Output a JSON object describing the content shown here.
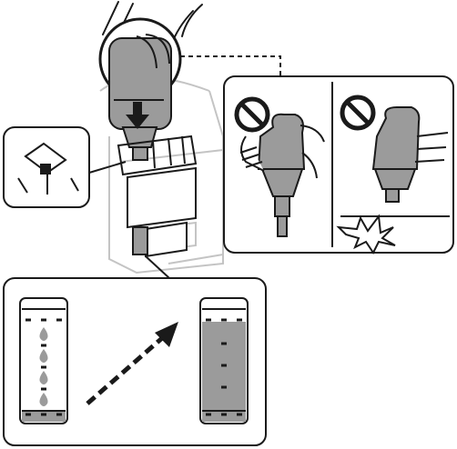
{
  "diagram": {
    "description_free": true,
    "panels": [
      {
        "name": "bottle-insert-detail",
        "kind": "main-illustration"
      },
      {
        "name": "do-not-squeeze",
        "kind": "prohibition"
      },
      {
        "name": "do-not-hit",
        "kind": "prohibition"
      },
      {
        "name": "ink-level-before",
        "kind": "tank-view"
      },
      {
        "name": "ink-level-after",
        "kind": "tank-view"
      }
    ],
    "icons": [
      "prohibition-icon",
      "down-arrow-icon",
      "dashed-arrow-icon",
      "ink-drop-icon",
      "impact-burst-icon"
    ],
    "colors": {
      "ink": "#9b9b9b",
      "outline": "#1a1a1a",
      "arrow": "#1a1a1a",
      "light_line": "#bdbdbd"
    }
  }
}
